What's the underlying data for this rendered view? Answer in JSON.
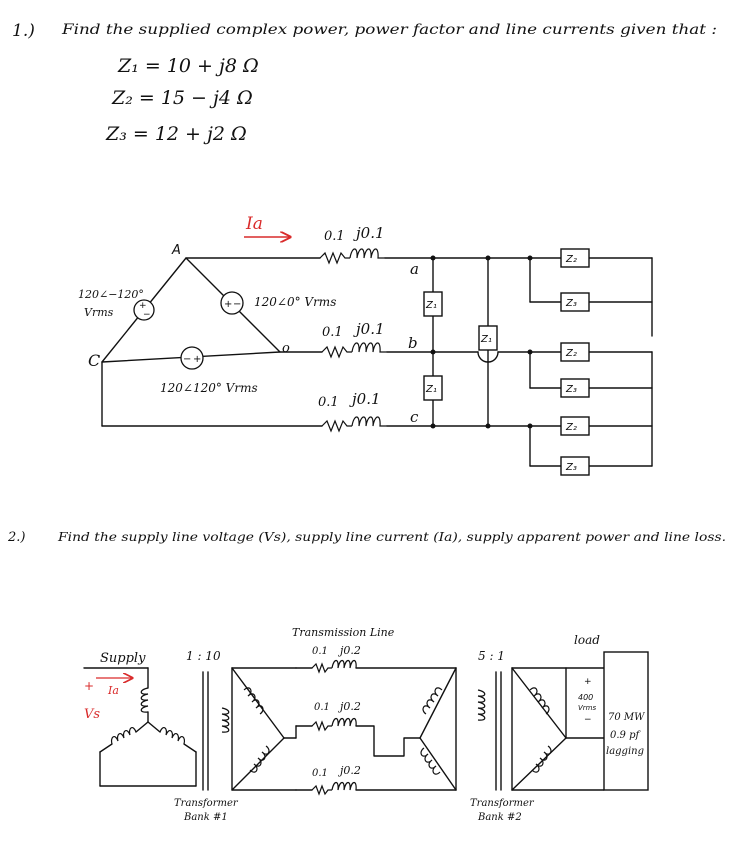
{
  "problem1": {
    "number": "1.)",
    "statement": "Find the supplied complex power, power factor and line currents given that :",
    "z1": "Z₁ = 10 + j8 Ω",
    "z2": "Z₂ = 15 − j4 Ω",
    "z3": "Z₃ = 12 + j2 Ω",
    "current_label": "Ia",
    "node_a": "A",
    "node_c": "C",
    "node_o": "o",
    "line_a": "a",
    "line_b": "b",
    "line_c": "c",
    "src_ca_top": "120∠−120°",
    "src_ca_bottom": "Vrms",
    "src_ab": "120∠0° Vrms",
    "src_bc": "120∠120° Vrms",
    "r_label": "0.1",
    "x_label": "j0.1",
    "box_z1": "Z₁",
    "box_z2": "Z₂",
    "box_z3": "Z₃"
  },
  "problem2": {
    "number": "2.)",
    "statement": "Find the supply line voltage (Vs), supply line current (Ia), supply apparent power and line loss.",
    "supply": "Supply",
    "ratio1": "1 : 10",
    "tl_title": "Transmission Line",
    "r_label": "0.1",
    "x_label": "j0.2",
    "ratio2": "5 : 1",
    "load": "load",
    "plus": "+",
    "minus": "−",
    "current_label": "Ia",
    "vs_label": "Vs",
    "v400": "400",
    "vrms": "Vrms",
    "load_mw": "70 MW",
    "load_pf": "0.9 pf",
    "load_lag": "lagging",
    "tb1_line1": "Transformer",
    "tb1_line2": "Bank #1",
    "tb2_line1": "Transformer",
    "tb2_line2": "Bank #2"
  }
}
